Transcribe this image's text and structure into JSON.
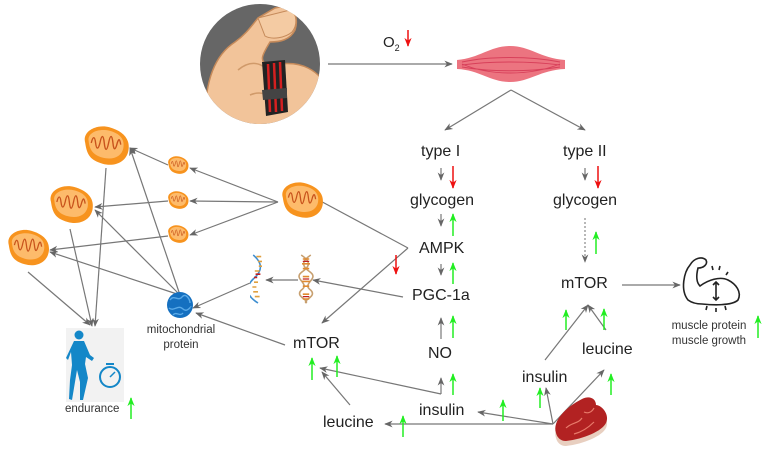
{
  "diagram": {
    "colors": {
      "line": "#777777",
      "increase_arrow": "#22ee22",
      "decrease_arrow": "#ee1111",
      "mitochondria_fill": "#f7931e",
      "mitochondria_inner": "#fdbb6b",
      "mitochondria_cristae": "#c8531c",
      "muscle": "#e86070",
      "protein": "#1570c0",
      "runner": "#1487c8",
      "steak": "#b22222",
      "arm_bg": "#666666"
    },
    "top": {
      "oxygen_label": "O",
      "oxygen_subscript": "2",
      "oxygen_trend": "decrease"
    },
    "type1_pathway": {
      "title": "type I",
      "nodes": [
        {
          "id": "glycogen1",
          "label": "glycogen",
          "trend": "decrease"
        },
        {
          "id": "ampk",
          "label": "AMPK",
          "trend": "increase"
        },
        {
          "id": "pgc1a",
          "label": "PGC-1a",
          "trend": "increase"
        },
        {
          "id": "no",
          "label": "NO",
          "trend": "increase"
        },
        {
          "id": "insulin1",
          "label": "insulin",
          "trend": "increase"
        }
      ]
    },
    "type2_pathway": {
      "title": "type II",
      "nodes": [
        {
          "id": "glycogen2",
          "label": "glycogen",
          "trend": "decrease"
        },
        {
          "id": "mtor2",
          "label": "mTOR",
          "trend": "increase"
        },
        {
          "id": "insulin2",
          "label": "insulin",
          "trend": "increase"
        },
        {
          "id": "leucine2",
          "label": "leucine",
          "trend": "increase"
        }
      ]
    },
    "left_nodes": {
      "mtor1": {
        "label": "mTOR",
        "trend": "increase"
      },
      "leucine1": {
        "label": "leucine",
        "trend": "increase"
      },
      "mito_protein": {
        "label_line1": "mitochondrial",
        "label_line2": "protein"
      },
      "endurance": {
        "label": "endurance",
        "trend": "increase"
      }
    },
    "outcome": {
      "label_line1": "muscle protein",
      "label_line2": "muscle growth",
      "trend": "increase"
    },
    "icons": [
      "flexed-arm-with-blood-flow-restriction-band",
      "muscle-fiber",
      "mitochondrion",
      "dna-double-helix",
      "dna-transcription",
      "mitochondrial-protein-cluster",
      "runner-with-stopwatch",
      "flexed-bicep-outline",
      "steak"
    ]
  }
}
